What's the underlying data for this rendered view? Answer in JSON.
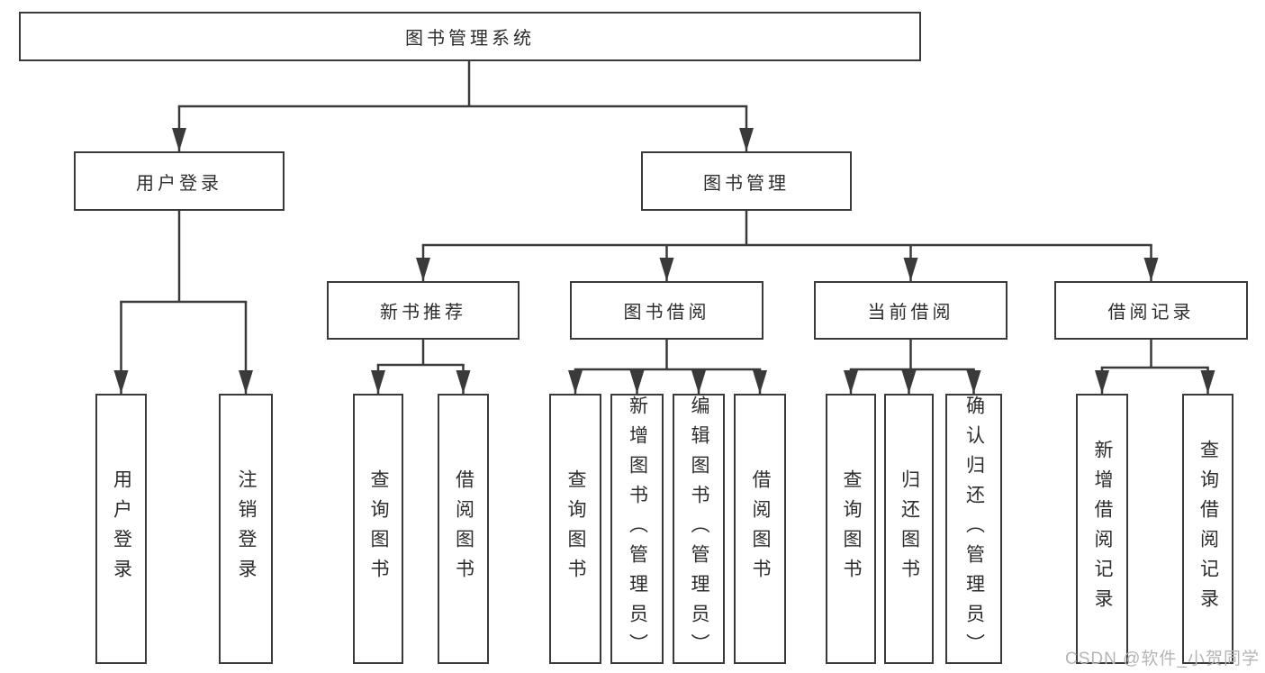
{
  "org": {
    "root": "图书管理系统",
    "l2": [
      "用户登录",
      "图书管理"
    ],
    "l3": [
      "新书推荐",
      "图书借阅",
      "当前借阅",
      "借阅记录"
    ],
    "leaves": {
      "userLogin": [
        "用户登录",
        "注销登录"
      ],
      "newBook": [
        "查询图书",
        "借阅图书"
      ],
      "bookBorrow": [
        "查询图书",
        "新增图书（管理员）",
        "编辑图书（管理员）",
        "借阅图书"
      ],
      "currentBorrow": [
        "查询图书",
        "归还图书",
        "确认归还（管理员）"
      ],
      "borrowRecords": [
        "新增借阅记录",
        "查询借阅记录"
      ]
    }
  },
  "watermark": {
    "text": "CSDN @软件_小贺同学"
  },
  "colors": {
    "line": "#3a3a3a",
    "text": "#2d2d2d",
    "watermark": "#b5b5b5",
    "background": "#ffffff"
  }
}
